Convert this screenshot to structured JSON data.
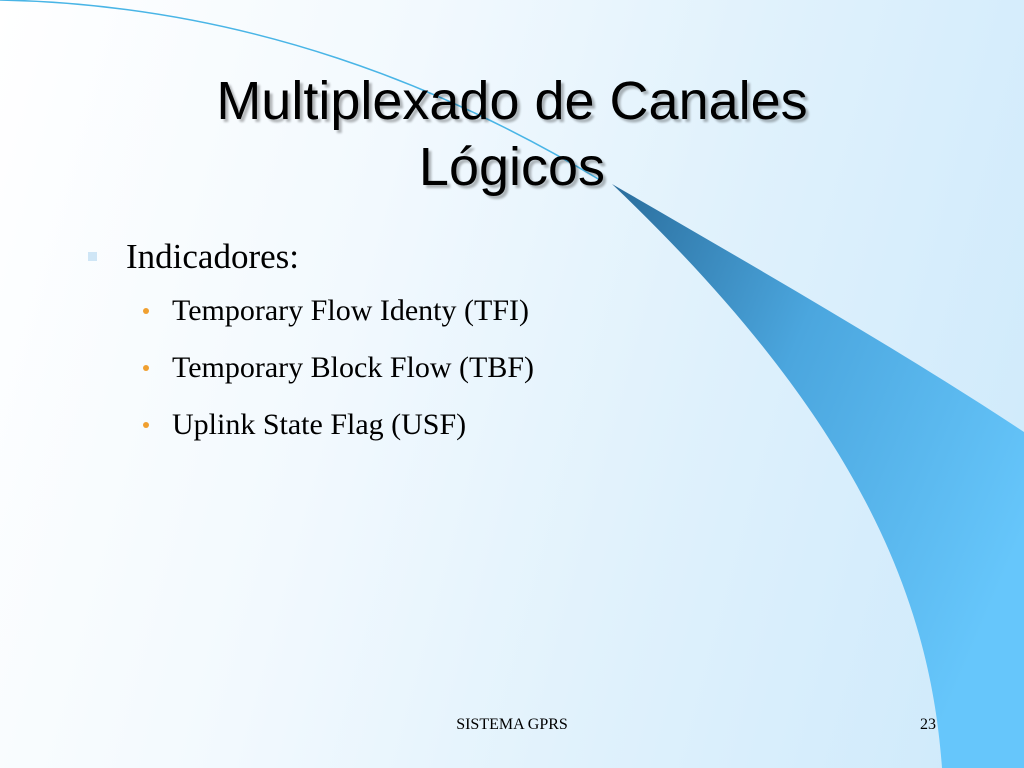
{
  "slide": {
    "title_lines": [
      "Multiplexado de Canales",
      "Lógicos"
    ],
    "bullet": "Indicadores:",
    "sub_bullets": [
      "Temporary Flow Identy (TFI)",
      "Temporary Block Flow (TBF)",
      "Uplink State Flag (USF)"
    ],
    "footer": "SISTEMA GPRS",
    "page_number": "23"
  },
  "colors": {
    "swoosh_dark": "#2a6d9c",
    "swoosh_light": "#66c6fb",
    "bullet_level1": "#cfe6f6",
    "bullet_level2": "#f0a030"
  }
}
